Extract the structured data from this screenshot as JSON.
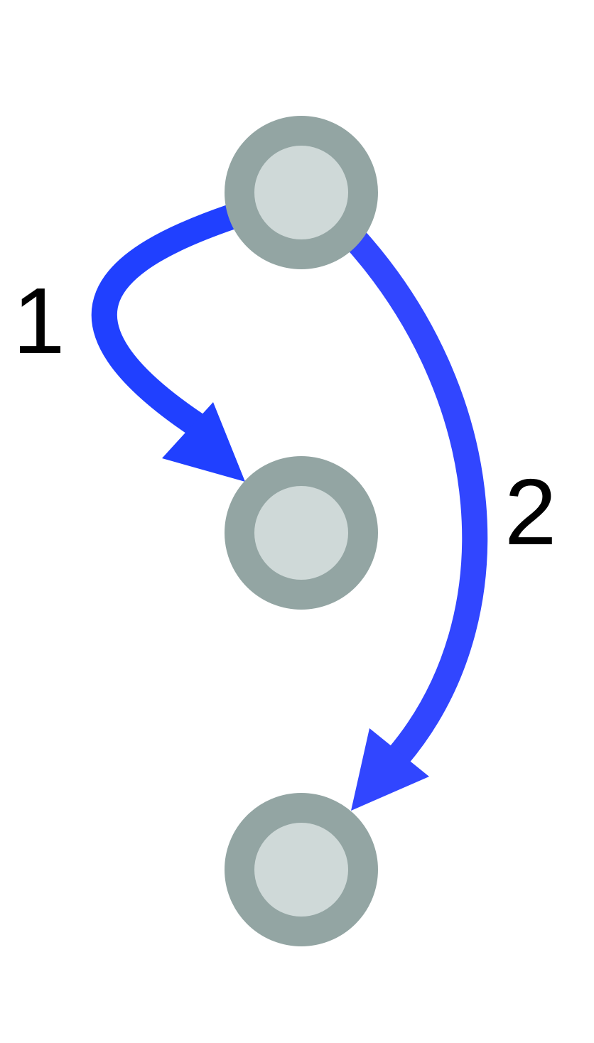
{
  "colors": {
    "background": "#ffffff",
    "node_outer": "#93a5a3",
    "node_inner": "#cfd9d8",
    "edge_1": "#2040ff",
    "edge_2": "#3146ff",
    "label": "#000000"
  },
  "nodes": [
    {
      "id": "top"
    },
    {
      "id": "middle"
    },
    {
      "id": "bottom"
    }
  ],
  "edges": [
    {
      "from": "top",
      "to": "middle",
      "label": "1"
    },
    {
      "from": "top",
      "to": "bottom",
      "label": "2"
    }
  ]
}
